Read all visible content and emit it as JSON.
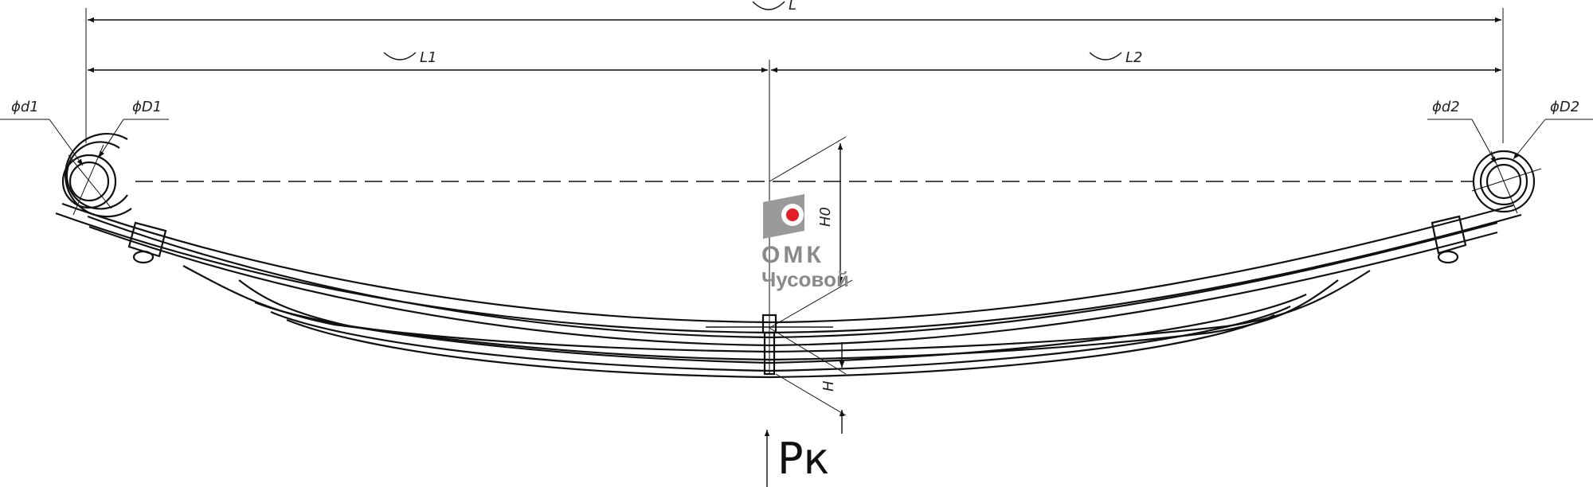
{
  "dimensions": {
    "total_length": "L",
    "left_length": "L1",
    "right_length": "L2",
    "left_inner_diameter": "ϕd1",
    "left_outer_diameter": "ϕD1",
    "right_inner_diameter": "ϕd2",
    "right_outer_diameter": "ϕD2",
    "camber": "H0",
    "height": "H"
  },
  "load_label": "Pк",
  "logo": {
    "title": "ОМК",
    "subtitle": "Чусовой",
    "accent_color": "#e31e24",
    "gray_color": "#8a8a8a"
  }
}
